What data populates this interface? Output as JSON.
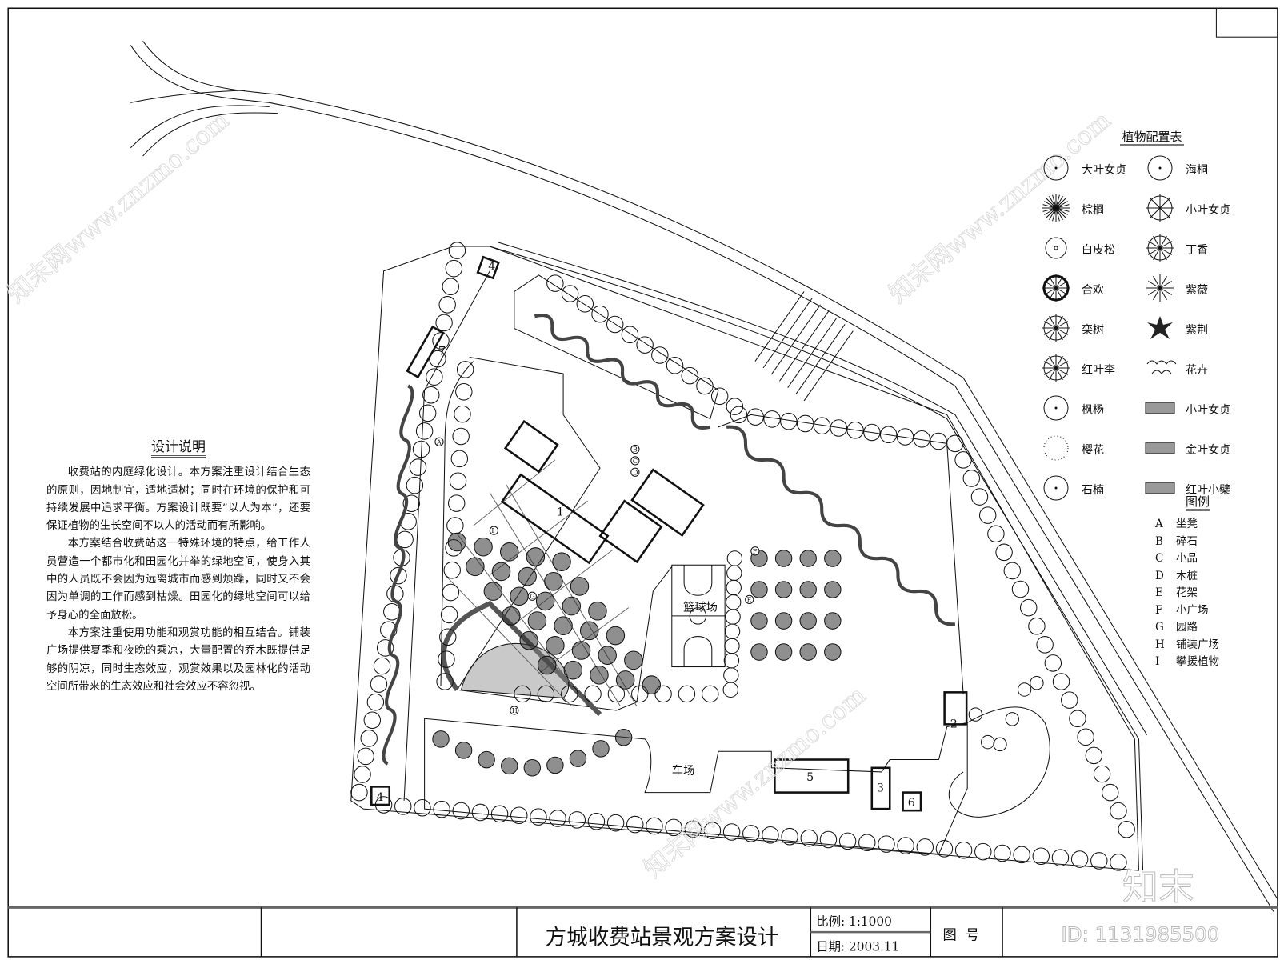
{
  "drawing": {
    "title": "方城收费站景观方案设计",
    "scale": "比例: 1:1000",
    "date": "日期: 2003.11",
    "drawing_no_label": "图  号",
    "watermark_brand": "知末",
    "watermark_id": "ID: 1131985500",
    "watermark_url": "知末网www.znzmo.com"
  },
  "description": {
    "heading": "设计说明",
    "paragraphs": [
      "收费站的内庭绿化设计。本方案注重设计结合生态的原则，因地制宜，适地适树；同时在环境的保护和可持续发展中追求平衡。方案设计既要”以人为本”，还要保证植物的生长空间不以人的活动而有所影响。",
      "本方案结合收费站这一特殊环境的特点，给工作人员营造一个都市化和田园化并举的绿地空间，使身入其中的人员既不会因为远离城市而感到烦躁，同时又不会因为单调的工作而感到枯燥。田园化的绿地空间可以给予身心的全面放松。",
      "本方案注重使用功能和观赏功能的相互结合。铺装广场提供夏季和夜晚的乘凉，大量配置的乔木既提供足够的阴凉，同时生态效应，观赏效果以及园林化的活动空间所带来的生态效应和社会效应不容忽视。"
    ]
  },
  "plant_table": {
    "heading": "植物配置表",
    "items": [
      {
        "name": "大叶女贞",
        "icon": "tree-leafy-icon"
      },
      {
        "name": "海桐",
        "icon": "tree-sparse-icon"
      },
      {
        "name": "棕榈",
        "icon": "palm-icon"
      },
      {
        "name": "小叶女贞",
        "icon": "tree-star-icon"
      },
      {
        "name": "白皮松",
        "icon": "pine-icon"
      },
      {
        "name": "丁香",
        "icon": "tree-branch-icon"
      },
      {
        "name": "合欢",
        "icon": "tree-dense-icon"
      },
      {
        "name": "紫薇",
        "icon": "shrub-burst-icon"
      },
      {
        "name": "栾树",
        "icon": "tree-veined-icon"
      },
      {
        "name": "紫荆",
        "icon": "flower-icon"
      },
      {
        "name": "红叶李",
        "icon": "tree-veined-icon"
      },
      {
        "name": "花卉",
        "icon": "flowers-icon"
      },
      {
        "name": "枫杨",
        "icon": "tree-scallop-icon"
      },
      {
        "name": "小叶女贞",
        "icon": "hedge-hatch-icon"
      },
      {
        "name": "樱花",
        "icon": "tree-dotted-icon"
      },
      {
        "name": "金叶女贞",
        "icon": "hedge-hatch-icon"
      },
      {
        "name": "石楠",
        "icon": "tree-spotted-icon"
      },
      {
        "name": "红叶小檗",
        "icon": "hedge-hatch-icon"
      }
    ]
  },
  "legend": {
    "heading": "图例",
    "items": [
      {
        "key": "A",
        "label": "坐凳"
      },
      {
        "key": "B",
        "label": "碎石"
      },
      {
        "key": "C",
        "label": "小品"
      },
      {
        "key": "D",
        "label": "木桩"
      },
      {
        "key": "E",
        "label": "花架"
      },
      {
        "key": "F",
        "label": "小广场"
      },
      {
        "key": "G",
        "label": "园路"
      },
      {
        "key": "H",
        "label": "铺装广场"
      },
      {
        "key": "I",
        "label": "攀援植物"
      }
    ]
  },
  "plan_labels": {
    "court": "篮球场",
    "parking": "车场",
    "buildings": [
      "1",
      "2",
      "3",
      "4",
      "4",
      "5",
      "6",
      "7"
    ],
    "markers": [
      "A",
      "B",
      "C",
      "D",
      "E",
      "F",
      "G",
      "H",
      "I"
    ]
  }
}
